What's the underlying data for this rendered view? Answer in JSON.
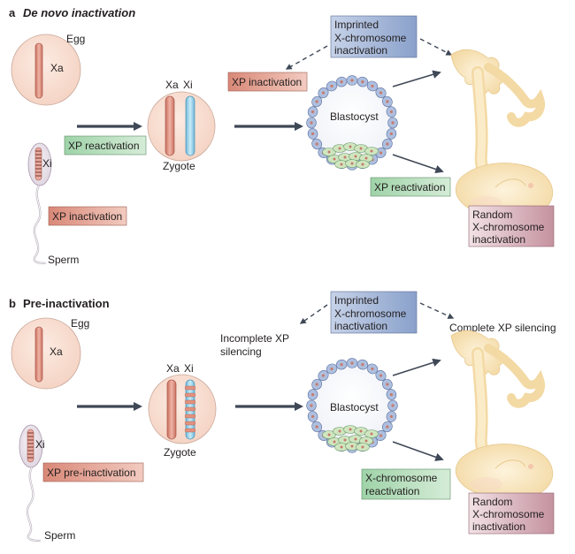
{
  "panels": [
    {
      "letter": "a",
      "title": "De novo inactivation",
      "egg_label": "Egg",
      "egg_chrom": "Xa",
      "sperm_label": "Sperm",
      "sperm_chrom": "Xi",
      "sperm_box": "XP inactivation",
      "fert_box": "XP reactivation",
      "zygote_label": "Zygote",
      "zygote_left": "Xa",
      "zygote_right": "Xi",
      "blasto_left_box": "XP inactivation",
      "imprinted_lines": [
        "Imprinted",
        "X-chromosome",
        "inactivation"
      ],
      "blastocyst": "Blastocyst",
      "blasto_lower_box": "XP reactivation",
      "random_lines": [
        "Random",
        "X-chromosome",
        "inactivation"
      ]
    },
    {
      "letter": "b",
      "title": "Pre-inactivation",
      "egg_label": "Egg",
      "egg_chrom": "Xa",
      "sperm_label": "Sperm",
      "sperm_chrom": "Xi",
      "sperm_box": "XP pre-inactivation",
      "zygote_label": "Zygote",
      "zygote_left": "Xa",
      "zygote_right": "Xi",
      "incomplete_lines": [
        "Incomplete XP",
        "silencing"
      ],
      "imprinted_lines": [
        "Imprinted",
        "X-chromosome",
        "inactivation"
      ],
      "complete": "Complete XP silencing",
      "blastocyst": "Blastocyst",
      "blasto_lower_lines": [
        "X-chromosome",
        "reactivation"
      ],
      "random_lines": [
        "Random",
        "X-chromosome",
        "inactivation"
      ]
    }
  ],
  "colors": {
    "egg_fill": "#f8ddd0",
    "chrom_red": "#e29a8c",
    "chrom_blue": "#9fd6ee",
    "red_box": "#e8a799",
    "green_box": "#b9dfc0",
    "blue_box": "#9ab0d4",
    "mauve_box": "#d9aebb",
    "embryo": "#f9e8bf",
    "cell": "#aebfdf",
    "icm": "#c8e3bb",
    "arrow": "#3f4856"
  }
}
